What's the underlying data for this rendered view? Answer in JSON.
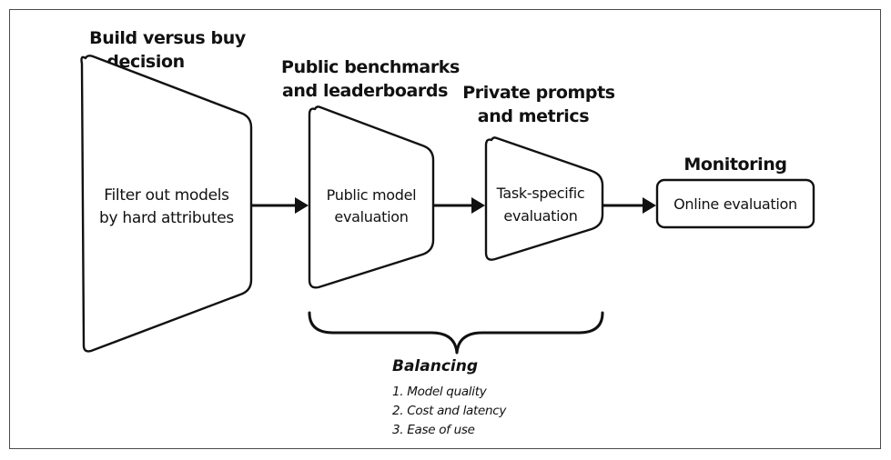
{
  "stages": [
    {
      "heading": [
        "Build versus buy",
        "decision"
      ],
      "label": [
        "Filter out models",
        "by hard attributes"
      ]
    },
    {
      "heading": [
        "Public benchmarks",
        "and leaderboards"
      ],
      "label": [
        "Public model",
        "evaluation"
      ]
    },
    {
      "heading": [
        "Private prompts",
        "and metrics"
      ],
      "label": [
        "Task-specific",
        "evaluation"
      ]
    },
    {
      "heading": [
        "Monitoring"
      ],
      "label": [
        "Online evaluation"
      ]
    }
  ],
  "balancing": {
    "title": "Balancing",
    "items": [
      "1. Model quality",
      "2. Cost and latency",
      "3. Ease of use"
    ]
  }
}
